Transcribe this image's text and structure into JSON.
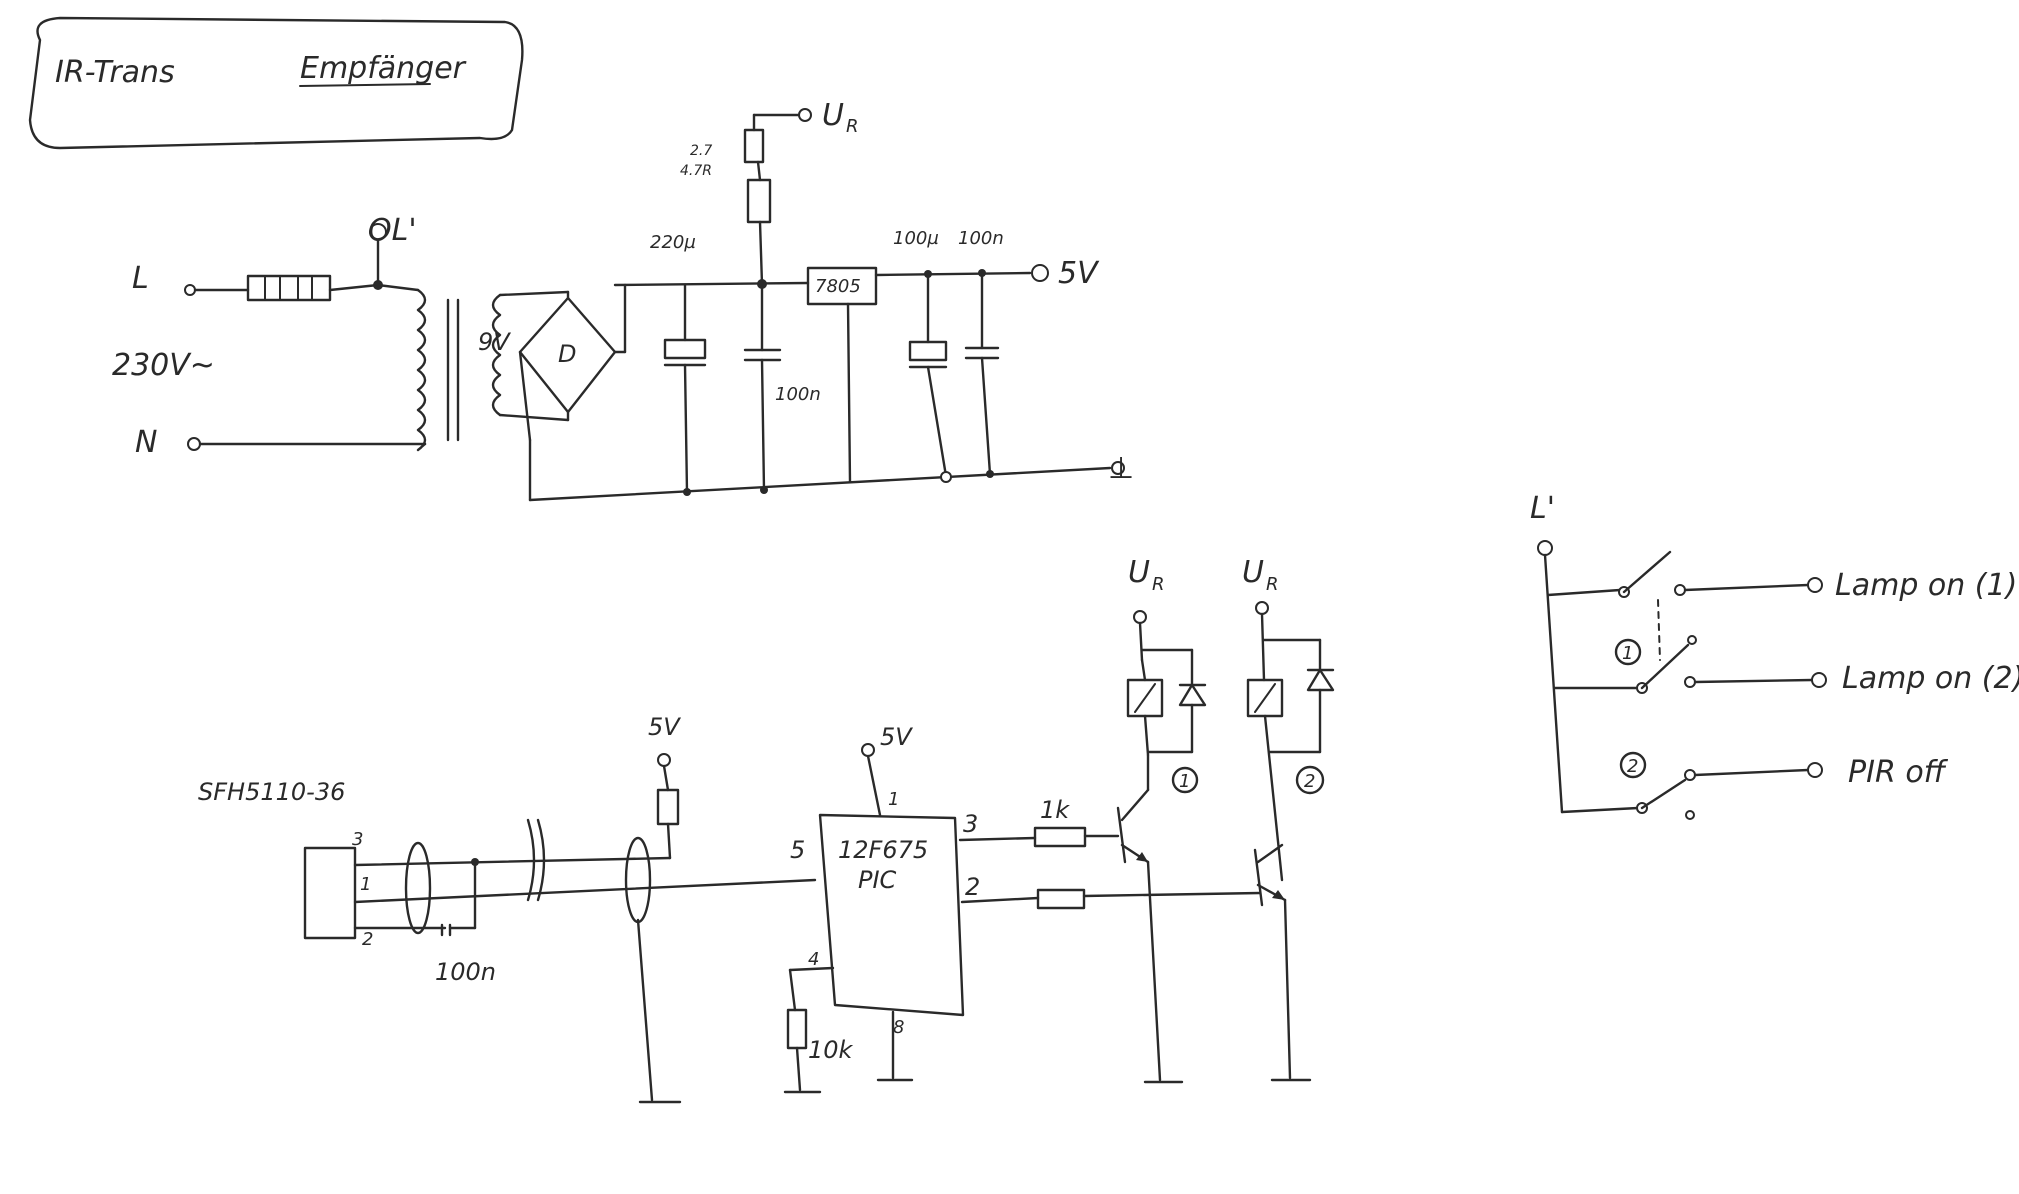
{
  "colors": {
    "ink": "#2a2a2a",
    "paper": "#ffffff"
  },
  "title": {
    "part1": "IR-Trans",
    "part2": "Empfänger"
  },
  "power": {
    "L": "L",
    "L_prime": "OL'",
    "N": "N",
    "mains": "230V~",
    "secondary": "9V",
    "rectifier": "D",
    "cap1": "220µ",
    "cap2": "100n",
    "regulator": "7805",
    "cap3": "100µ",
    "cap4": "100n",
    "out": "5V",
    "gnd_label": "⊥",
    "ur": "U",
    "ur_sub": "R",
    "res_top": "2.7",
    "res_bot": "4.7R"
  },
  "receiver": {
    "sensor": "SFH5110-36",
    "pin3": "3",
    "pin1": "1",
    "pin2": "2",
    "cap": "100n",
    "vcc": "5V"
  },
  "mcu": {
    "line1": "12F675",
    "line2": "PIC",
    "vcc": "5V",
    "pin1": "1",
    "pin5": "5",
    "pin3": "3",
    "pin2": "2",
    "pin4": "4",
    "pin8": "8",
    "res_base": "1k",
    "res_pulldown": "10k"
  },
  "relays": {
    "r1": {
      "ur": "U",
      "ur_sub": "R",
      "num": "1"
    },
    "r2": {
      "ur": "U",
      "ur_sub": "R",
      "num": "2"
    }
  },
  "outputs": {
    "lprime": "L'",
    "sw1": "1",
    "sw2": "2",
    "o1": "Lamp on (1)",
    "o2": "Lamp on (2)",
    "o3": "PIR off"
  }
}
